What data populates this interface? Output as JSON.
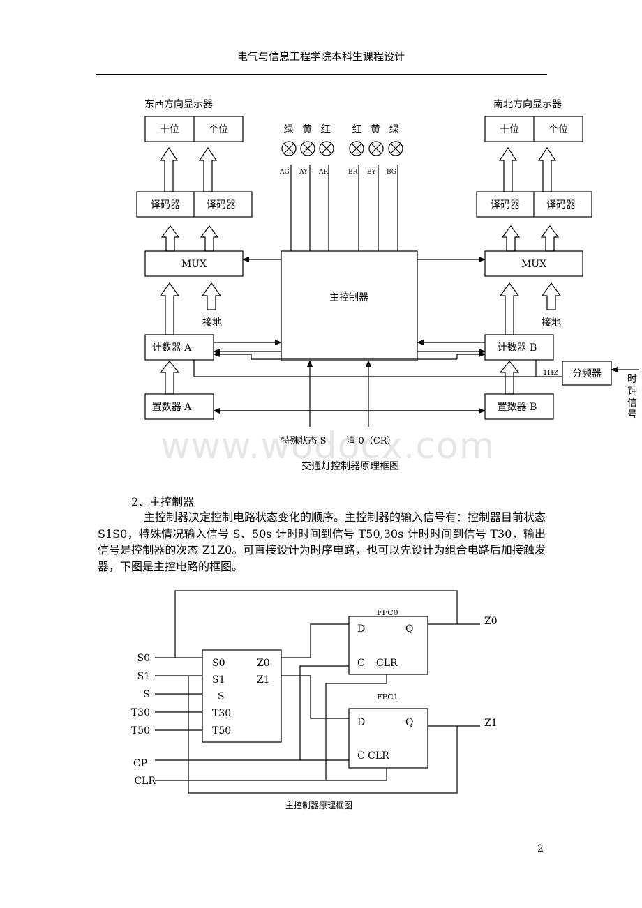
{
  "header": {
    "title": "电气与信息工程学院本科生课程设计"
  },
  "watermark": "www.wodocx.com",
  "diagram1": {
    "ew_display_label": "东西方向显示器",
    "ns_display_label": "南北方向显示器",
    "tens": "十位",
    "units": "个位",
    "decoder": "译码器",
    "mux": "MUX",
    "ground": "接地",
    "counter_a": "计数器 A",
    "counter_b": "计数器 B",
    "preset_a": "置数器 A",
    "preset_b": "置数器 B",
    "main_controller": "主控制器",
    "divider": "分频器",
    "freq": "1HZ",
    "clock_signal": "时钟信号",
    "special_state": "特殊状态 S",
    "clear": "清 0（CR）",
    "lights_left_names": "绿 黄 红",
    "lights_right_names": "红 黄 绿",
    "light_codes": [
      "AG",
      "AY",
      "AR",
      "BR",
      "BY",
      "BG"
    ],
    "caption": "交通灯控制器原理框图"
  },
  "section": {
    "heading": "2、主控制器",
    "paragraph": "主控制器决定控制电路状态变化的顺序。主控制器的输入信号有：控制器目前状态 S1S0，特殊情况输入信号 S、50s 计时时间到信号 T50,30s 计时时间到信号 T30，输出信号是控制器的次态 Z1Z0。可直接设计为时序电路，也可以先设计为组合电路后加接触发器，下图是主控电路的框图。"
  },
  "diagram2": {
    "inputs": [
      "S0",
      "S1",
      "S",
      "T30",
      "T50",
      "CP",
      "CLR"
    ],
    "block_inputs": [
      "S0",
      "S1",
      "S",
      "T30",
      "T50"
    ],
    "block_outputs": [
      "Z0",
      "Z1"
    ],
    "ffc0": "FFC0",
    "ffc1": "FFC1",
    "pin_d": "D",
    "pin_q": "Q",
    "pin_c": "C",
    "pin_clr": "CLR",
    "pin_c_clr": "C CLR",
    "out_z0": "Z0",
    "out_z1": "Z1",
    "caption": "主控制器原理框图"
  },
  "page_number": "2"
}
